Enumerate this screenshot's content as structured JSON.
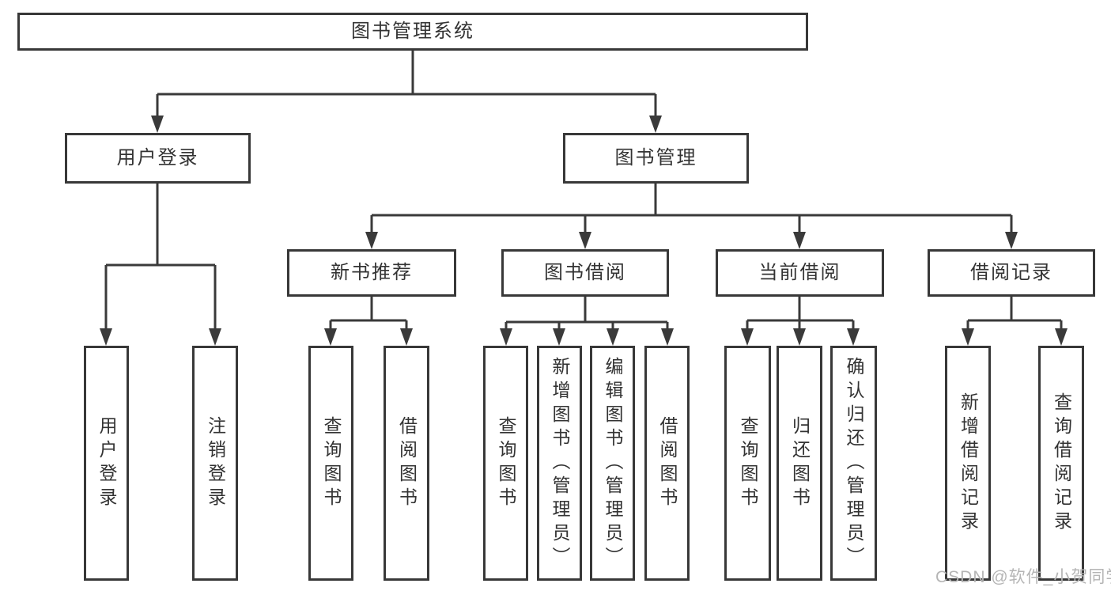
{
  "colors": {
    "line": "#3a3a3a",
    "box_border": "#383838",
    "text": "#333333",
    "watermark": "#b5b5b5",
    "background": "#ffffff"
  },
  "watermark": "CSDN @软件_小贺同学",
  "tree": {
    "label": "图书管理系统",
    "children": [
      {
        "label": "用户登录",
        "children": [
          {
            "label": "用户登录"
          },
          {
            "label": "注销登录"
          }
        ]
      },
      {
        "label": "图书管理",
        "children": [
          {
            "label": "新书推荐",
            "children": [
              {
                "label": "查询图书"
              },
              {
                "label": "借阅图书"
              }
            ]
          },
          {
            "label": "图书借阅",
            "children": [
              {
                "label": "查询图书"
              },
              {
                "label": "新增图书（管理员）"
              },
              {
                "label": "编辑图书（管理员）"
              },
              {
                "label": "借阅图书"
              }
            ]
          },
          {
            "label": "当前借阅",
            "children": [
              {
                "label": "查询图书"
              },
              {
                "label": "归还图书"
              },
              {
                "label": "确认归还（管理员）"
              }
            ]
          },
          {
            "label": "借阅记录",
            "children": [
              {
                "label": "新增借阅记录"
              },
              {
                "label": "查询借阅记录"
              }
            ]
          }
        ]
      }
    ]
  }
}
